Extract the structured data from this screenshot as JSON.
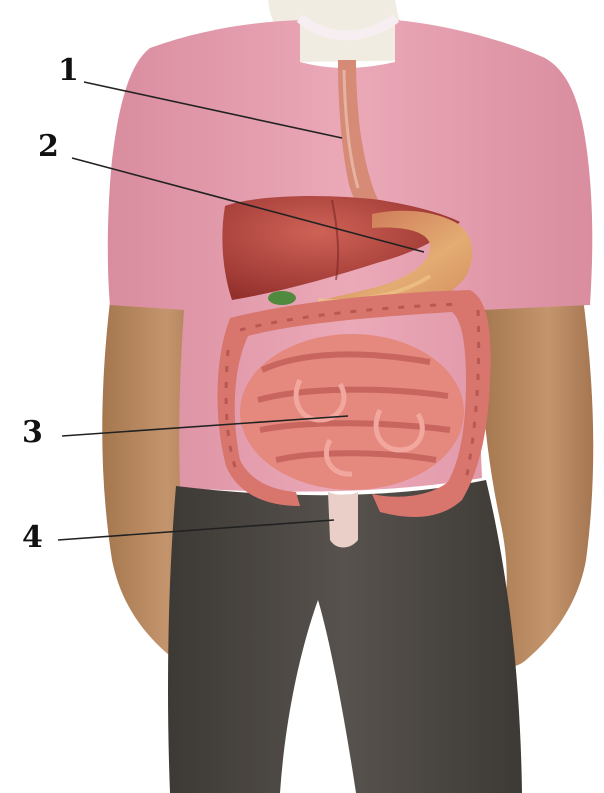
{
  "labels": [
    {
      "id": "1",
      "text": "1"
    },
    {
      "id": "2",
      "text": "2"
    },
    {
      "id": "3",
      "text": "3"
    },
    {
      "id": "4",
      "text": "4"
    }
  ],
  "colors": {
    "shirt": "#e7a2b1",
    "skin": "#b98a65",
    "pants": "#4a4541",
    "liver": "#b4423c",
    "stomach": "#d8965e",
    "intestine": "#dc7d74",
    "esophagus": "#d58b76",
    "leader_line": "#222222"
  }
}
